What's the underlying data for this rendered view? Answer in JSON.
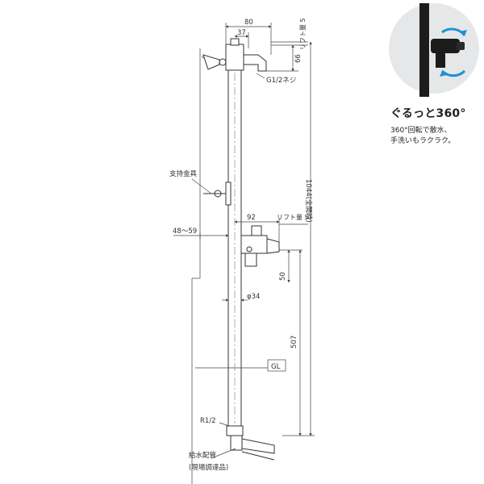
{
  "diagram": {
    "dimensions": {
      "top_width": "80",
      "spout_offset": "37",
      "top_lift": "リフト量 5",
      "spout_height": "66",
      "thread": "G1/2ネジ",
      "total_height": "1044(全開時)",
      "bracket": "支持金具",
      "side_offset": "92",
      "side_lift": "リフト量 5",
      "mount_range": "48〜59",
      "valve_height": "50",
      "pipe_diameter": "φ34",
      "lower_height": "507",
      "ground_level": "GL",
      "base_thread": "R1/2",
      "supply_pipe": "給水配管",
      "supply_note": "(現場調達品)"
    }
  },
  "callout": {
    "title": "ぐるっと360°",
    "desc_line1": "360°回転で散水、",
    "desc_line2": "手洗いもラクラク。"
  },
  "colors": {
    "line": "#444444",
    "callout_bg": "#e6e7e8",
    "arrow_blue": "#1e90d8",
    "faucet_dark": "#1c1c1c"
  }
}
